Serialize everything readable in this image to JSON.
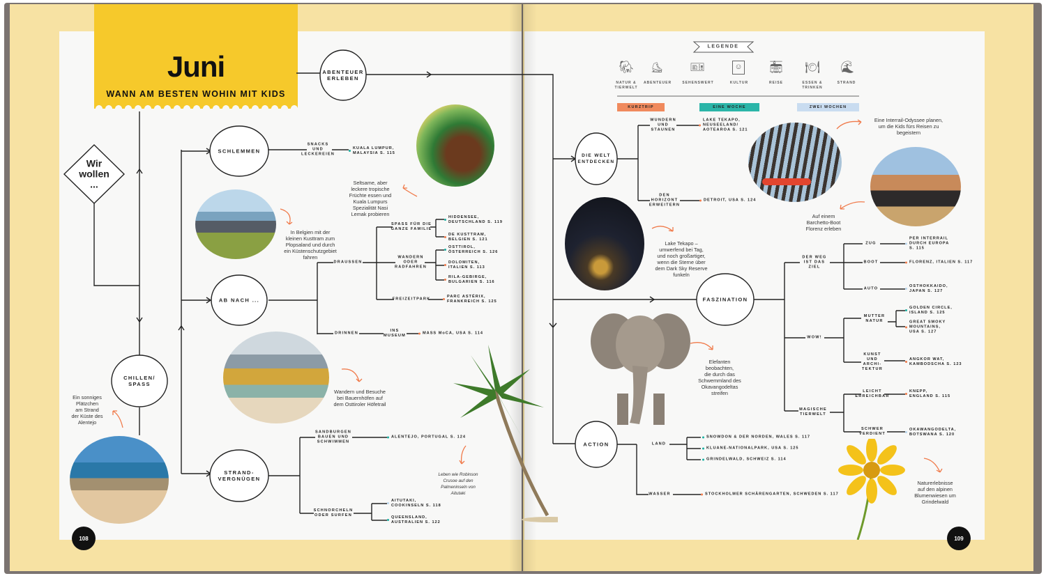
{
  "left_page": {
    "number": "108",
    "title": "Juni",
    "subtitle": "WANN AM BESTEN WOHIN MIT KIDS",
    "start": "Wir\nwollen\n..."
  },
  "right_page": {
    "number": "109"
  },
  "categories": {
    "abenteuer": "ABENTEUER\nERLEBEN",
    "schlemmen": "SCHLEMMEN",
    "ab_nach": "AB NACH ...",
    "chillen": "CHILLEN/\nSPASS",
    "strand": "STRAND-\nVERGNÜGEN",
    "welt": "DIE WELT\nENTDECKEN",
    "faszination": "FASZINATION",
    "action": "ACTION"
  },
  "branches": {
    "snacks": "SNACKS\nUND\nLECKEREIEN",
    "draussen": "DRAUSSEN",
    "drinnen": "DRINNEN",
    "spass_familie": "SPASS FÜR DIE\nGANZE FAMILIE",
    "wandern": "WANDERN\nODER\nRADFAHREN",
    "freizeitpark": "FREIZEITPARK",
    "museum": "INS\nMUSEUM",
    "sandburgen": "SANDBURGEN\nBAUEN UND\nSCHWIMMEN",
    "schnorcheln": "SCHNORCHELN\nODER SURFEN",
    "wunder": "WUNDERN\nUND\nSTAUNEN",
    "horizont": "DEN\nHORIZONT\nERWEITERN",
    "weg": "DER WEG\nIST DAS\nZIEL",
    "zug": "ZUG",
    "boot": "BOOT",
    "auto": "AUTO",
    "wow": "WOW!",
    "mutter_natur": "MUTTER\nNATUR",
    "kunst": "KUNST\nUND\nARCHI-\nTEKTUR",
    "magische": "MAGISCHE\nTIERWELT",
    "leicht": "LEICHT\nERREICHBAR",
    "schwer": "SCHWER\nVERDIENT",
    "land": "LAND",
    "wasser": "WASSER"
  },
  "destinations": {
    "kuala": "KUALA LUMPUR,\nMALAYSIA S. 115",
    "hiddensee": "HIDDENSEE,\nDEUTSCHLAND S. 119",
    "kusttram": "DE KUSTTRAM,\nBELGIEN S. 121",
    "osttirol": "OSTTIROL,\nÖSTERREICH S. 126",
    "dolomiten": "DOLOMITEN,\nITALIEN S. 113",
    "rila": "RILA-GEBIRGE,\nBULGARIEN S. 116",
    "asterix": "PARC ASTÉRIX,\nFRANKREICH S. 125",
    "massmoca": "MASS MoCA, USA S. 114",
    "alentejo": "ALENTEJO, PORTUGAL S. 124",
    "aitutaki": "AITUTAKI,\nCOOKINSELN S. 118",
    "queensland": "QUEENSLAND,\nAUSTRALIEN S. 122",
    "tekapo": "LAKE TEKAPO,\nNEUSEELAND/\nAOTEAROA S. 121",
    "detroit": "DETROIT, USA S. 124",
    "interrail": "PER INTERRAIL\nDURCH EUROPA\nS. 115",
    "florenz": "FLORENZ, ITALIEN S. 117",
    "hokkaido": "OSTHOKKAIDO,\nJAPAN S. 127",
    "golden": "GOLDEN CIRCLE,\nISLAND S. 125",
    "smoky": "GREAT SMOKY\nMOUNTAINS,\nUSA S. 127",
    "angkor": "ANGKOR WAT,\nKAMBODSCHA S. 123",
    "knepp": "KNEPP,\nENGLAND S. 115",
    "okawango": "OKAWANGODELTA,\nBOTSWANA S. 120",
    "snowdon": "SNOWDON & DER NORDEN, WALES S. 117",
    "kluane": "KLUANE-NATIONALPARK, USA S. 125",
    "grindelwald": "GRINDELWALD, SCHWEIZ S. 114",
    "stockholm": "STOCKHOLMER SCHÄRENGARTEN, SCHWEDEN S. 117"
  },
  "captions": {
    "kuala": "Seltsame, aber\nleckere tropische\nFrüchte essen und\nKuala Lumpurs\nSpezialität Nasi\nLemak probieren",
    "kusttram": "In Belgien mit der\nkleinen Kusttram zum\nPlopsaland und durch\nein Küstenschutzgebiet\nfahren",
    "osttirol": "Wandern und Besuche\nbei Bauernhöfen auf\ndem Osttiroler Höfetrail",
    "alentejo": "Ein sonniges\nPlätzchen\nam Strand\nder Küste des\nAlentejo",
    "aitutaki": "Leben wie Robinson\nCrusoe auf den\nPalmeninseln von\nAitutaki",
    "interrail": "Eine Interrail-Odyssee planen,\num die Kids fürs Reisen zu\nbegeistern",
    "florenz": "Auf einem\nBarchetto-Boot\nFlorenz erleben",
    "tekapo": "Lake Tekapo –\numwerfend bei Tag,\nund noch großartiger,\nwenn die Sterne über\ndem Dark Sky Reserve\nfunkeln",
    "okawango": "Elefanten\nbeobachten,\ndie durch das\nSchwemmland des\nOkavangodeltas\nstreifen",
    "alpine": "Naturerlebnisse\nauf den alpinen\nBlumenwiesen um\nGrindelwald"
  },
  "legend": {
    "title": "LEGENDE",
    "items": [
      {
        "label": "NATUR &\nTIERWELT",
        "icon": "elephant-icon"
      },
      {
        "label": "ABENTEUER",
        "icon": "boot-icon"
      },
      {
        "label": "SEHENSWERT",
        "icon": "ticket-icon"
      },
      {
        "label": "KULTUR",
        "icon": "picture-frame-icon"
      },
      {
        "label": "REISE",
        "icon": "tram-icon"
      },
      {
        "label": "ESSEN &\nTRINKEN",
        "icon": "plate-cutlery-icon"
      },
      {
        "label": "STRAND",
        "icon": "wave-icon"
      }
    ],
    "durations": [
      {
        "label": "KURZTRIP",
        "color": "#f08a5d"
      },
      {
        "label": "EINE WOCHE",
        "color": "#2bb5a8"
      },
      {
        "label": "ZWEI WOCHEN",
        "color": "#c9dcf0"
      }
    ]
  },
  "colors": {
    "yellow": "#f6c92b",
    "orange": "#f07a4a",
    "teal": "#19b0a2",
    "light_blue": "#b9d6ee"
  }
}
